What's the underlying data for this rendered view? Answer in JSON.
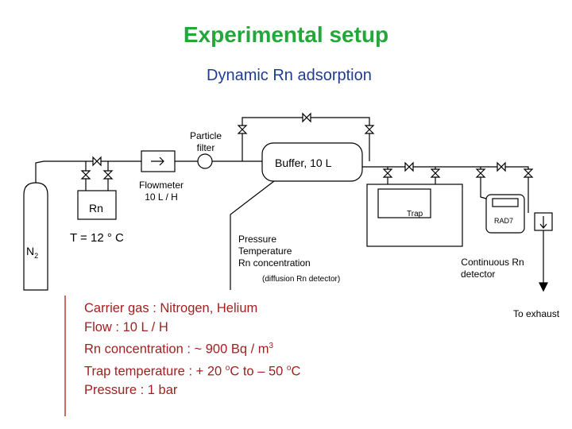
{
  "header": {
    "title": "Experimental setup",
    "subtitle": "Dynamic Rn adsorption"
  },
  "diagram": {
    "labels": {
      "particle_filter": [
        "Particle",
        "filter"
      ],
      "buffer": "Buffer, 10 L",
      "flowmeter": [
        "Flowmeter",
        "10 L / H"
      ],
      "rn_source": "Rn",
      "n2": "N",
      "n2_sub": "2",
      "temperature": "T = 12 ° C",
      "trap": "Trap",
      "rad7": "RAD7",
      "pressure_block": [
        "Pressure",
        "Temperature",
        "Rn concentration"
      ],
      "diffusion": "(diffusion Rn detector)",
      "continuous": [
        "Continuous Rn",
        "detector"
      ],
      "exhaust": "To exhaust"
    }
  },
  "parameters": {
    "carrier": "Carrier gas  :  Nitrogen, Helium",
    "flow": "Flow  :  10 L / H",
    "rn_conc_prefix": "Rn concentration  :  ~ 900  Bq / m",
    "rn_conc_sup": "3",
    "trap_temp_1": "Trap  temperature  :  + 20 ",
    "trap_temp_sup1": "o",
    "trap_temp_2": "C  to  – 50 ",
    "trap_temp_sup2": "o",
    "trap_temp_3": "C",
    "pressure": "Pressure    :  1 bar"
  },
  "colors": {
    "title": "#22a83a",
    "subtitle": "#1f3d8f",
    "parameters": "#a32020",
    "divider": "#c0392b"
  }
}
